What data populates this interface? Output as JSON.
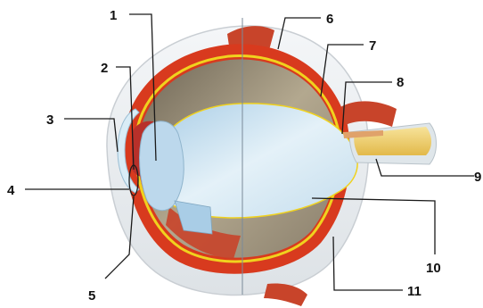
{
  "colors": {
    "sclera": "#eef1f3",
    "sclera_edge": "#c9ced3",
    "choroid": "#d83a1e",
    "retina": "#f0d21e",
    "interior": "#9a8e7a",
    "vitreous": "#cfe6f3",
    "lens": "#bcd8ec",
    "muscle": "#c8442a",
    "nerve": "#f0cf6a",
    "leader_line": "#1a1a1a"
  },
  "callouts": [
    {
      "number": "1"
    },
    {
      "number": "2"
    },
    {
      "number": "3"
    },
    {
      "number": "4"
    },
    {
      "number": "5"
    },
    {
      "number": "6"
    },
    {
      "number": "7"
    },
    {
      "number": "8"
    },
    {
      "number": "9"
    },
    {
      "number": "10"
    },
    {
      "number": "11"
    }
  ]
}
